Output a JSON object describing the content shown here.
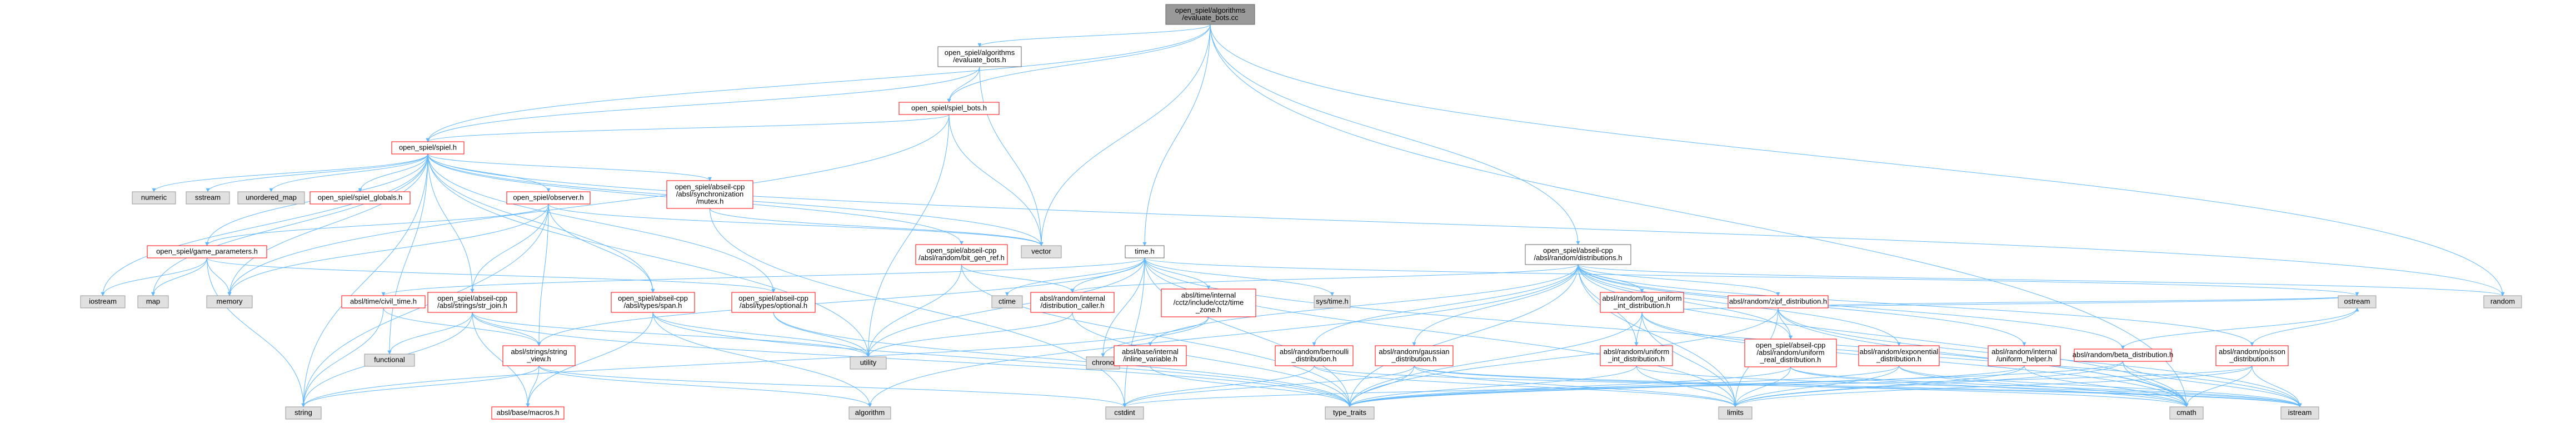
{
  "page": {
    "title": "open_spiel/algorithms/evaluate_bots.cc"
  },
  "style": {
    "root_fill": "#999999",
    "node_fill_gray": "#e0e0e0",
    "node_fill_white": "#ffffff",
    "border_red": "#ff0000",
    "border_gray": "#999999",
    "edge_color": "#63b8ff",
    "text_dark": "#000000",
    "text_red": "#cc0000"
  },
  "nodes": {
    "evaluate_bots_cc": {
      "label": [
        "open_spiel/algorithms",
        "/evaluate_bots.cc"
      ],
      "kind": "root"
    },
    "evaluate_bots_h": {
      "label": [
        "open_spiel/algorithms",
        "/evaluate_bots.h"
      ],
      "kind": "white"
    },
    "spiel_bots_h": {
      "label": [
        "open_spiel/spiel_bots.h"
      ],
      "kind": "red"
    },
    "spiel_h": {
      "label": [
        "open_spiel/spiel.h"
      ],
      "kind": "red"
    },
    "numeric": {
      "label": [
        "numeric"
      ],
      "kind": "gray"
    },
    "sstream": {
      "label": [
        "sstream"
      ],
      "kind": "gray"
    },
    "unordered_map": {
      "label": [
        "unordered_map"
      ],
      "kind": "gray"
    },
    "spiel_globals_h": {
      "label": [
        "open_spiel/spiel_globals.h"
      ],
      "kind": "red"
    },
    "observer_h": {
      "label": [
        "open_spiel/observer.h"
      ],
      "kind": "red"
    },
    "mutex_h": {
      "label": [
        "open_spiel/abseil-cpp",
        "/absl/synchronization",
        "/mutex.h"
      ],
      "kind": "red"
    },
    "vector": {
      "label": [
        "vector"
      ],
      "kind": "gray"
    },
    "game_parameters_h": {
      "label": [
        "open_spiel/game_parameters.h"
      ],
      "kind": "red"
    },
    "iostream": {
      "label": [
        "iostream"
      ],
      "kind": "gray"
    },
    "map": {
      "label": [
        "map"
      ],
      "kind": "gray"
    },
    "memory": {
      "label": [
        "memory"
      ],
      "kind": "gray"
    },
    "functional": {
      "label": [
        "functional"
      ],
      "kind": "gray"
    },
    "string": {
      "label": [
        "string"
      ],
      "kind": "gray"
    },
    "bit_gen_ref_h": {
      "label": [
        "open_spiel/abseil-cpp",
        "/absl/random/bit_gen_ref.h"
      ],
      "kind": "red"
    },
    "time_h": {
      "label": [
        "time.h"
      ],
      "kind": "white"
    },
    "civil_time_h": {
      "label": [
        "absl/time/civil_time.h"
      ],
      "kind": "red"
    },
    "str_join_h": {
      "label": [
        "open_spiel/abseil-cpp",
        "/absl/strings/str_join.h"
      ],
      "kind": "red"
    },
    "span_h": {
      "label": [
        "open_spiel/abseil-cpp",
        "/absl/types/span.h"
      ],
      "kind": "red"
    },
    "optional_h": {
      "label": [
        "open_spiel/abseil-cpp",
        "/absl/types/optional.h"
      ],
      "kind": "red"
    },
    "string_view_h": {
      "label": [
        "absl/strings/string",
        "_view.h"
      ],
      "kind": "red"
    },
    "utility": {
      "label": [
        "utility"
      ],
      "kind": "gray"
    },
    "macros_h": {
      "label": [
        "absl/base/macros.h"
      ],
      "kind": "red"
    },
    "algorithm": {
      "label": [
        "algorithm"
      ],
      "kind": "gray"
    },
    "cstdint": {
      "label": [
        "cstdint"
      ],
      "kind": "gray"
    },
    "type_traits": {
      "label": [
        "type_traits"
      ],
      "kind": "gray"
    },
    "ctime": {
      "label": [
        "ctime"
      ],
      "kind": "gray"
    },
    "distribution_caller_h": {
      "label": [
        "absl/random/internal",
        "/distribution_caller.h"
      ],
      "kind": "red"
    },
    "time_zone_h": {
      "label": [
        "absl/time/internal",
        "/cctz/include/cctz/time",
        "_zone.h"
      ],
      "kind": "red"
    },
    "chrono": {
      "label": [
        "chrono"
      ],
      "kind": "gray"
    },
    "inline_variable_h": {
      "label": [
        "absl/base/internal",
        "/inline_variable.h"
      ],
      "kind": "red"
    },
    "sys_time_h": {
      "label": [
        "sys/time.h"
      ],
      "kind": "gray"
    },
    "distributions_h": {
      "label": [
        "open_spiel/abseil-cpp",
        "/absl/random/distributions.h"
      ],
      "kind": "white"
    },
    "bernoulli_h": {
      "label": [
        "absl/random/bernoulli",
        "_distribution.h"
      ],
      "kind": "red"
    },
    "gaussian_h": {
      "label": [
        "absl/random/gaussian",
        "_distribution.h"
      ],
      "kind": "red"
    },
    "log_uniform_h": {
      "label": [
        "absl/random/log_uniform",
        "_int_distribution.h"
      ],
      "kind": "red"
    },
    "uniform_int_h": {
      "label": [
        "absl/random/uniform",
        "_int_distribution.h"
      ],
      "kind": "red"
    },
    "zipf_h": {
      "label": [
        "absl/random/zipf_distribution.h"
      ],
      "kind": "red"
    },
    "uniform_real_h": {
      "label": [
        "open_spiel/abseil-cpp",
        "/absl/random/uniform",
        "_real_distribution.h"
      ],
      "kind": "red"
    },
    "exponential_h": {
      "label": [
        "absl/random/exponential",
        "_distribution.h"
      ],
      "kind": "red"
    },
    "uniform_helper_h": {
      "label": [
        "absl/random/internal",
        "/uniform_helper.h"
      ],
      "kind": "red"
    },
    "beta_h": {
      "label": [
        "absl/random/beta_distribution.h"
      ],
      "kind": "red"
    },
    "poisson_h": {
      "label": [
        "absl/random/poisson",
        "_distribution.h"
      ],
      "kind": "red"
    },
    "limits": {
      "label": [
        "limits"
      ],
      "kind": "gray"
    },
    "cmath": {
      "label": [
        "cmath"
      ],
      "kind": "gray"
    },
    "istream": {
      "label": [
        "istream"
      ],
      "kind": "gray"
    },
    "ostream": {
      "label": [
        "ostream"
      ],
      "kind": "gray"
    },
    "random": {
      "label": [
        "random"
      ],
      "kind": "gray"
    }
  },
  "edges": [
    [
      "evaluate_bots_cc",
      "evaluate_bots_h"
    ],
    [
      "evaluate_bots_cc",
      "spiel_bots_h"
    ],
    [
      "evaluate_bots_cc",
      "spiel_h"
    ],
    [
      "evaluate_bots_cc",
      "vector"
    ],
    [
      "evaluate_bots_cc",
      "time_h"
    ],
    [
      "evaluate_bots_cc",
      "distributions_h"
    ],
    [
      "evaluate_bots_cc",
      "random"
    ],
    [
      "evaluate_bots_cc",
      "cmath"
    ],
    [
      "evaluate_bots_h",
      "spiel_bots_h"
    ],
    [
      "evaluate_bots_h",
      "spiel_h"
    ],
    [
      "evaluate_bots_h",
      "vector"
    ],
    [
      "spiel_bots_h",
      "spiel_h"
    ],
    [
      "spiel_bots_h",
      "vector"
    ],
    [
      "spiel_bots_h",
      "memory"
    ],
    [
      "spiel_bots_h",
      "utility"
    ],
    [
      "spiel_h",
      "numeric"
    ],
    [
      "spiel_h",
      "sstream"
    ],
    [
      "spiel_h",
      "unordered_map"
    ],
    [
      "spiel_h",
      "spiel_globals_h"
    ],
    [
      "spiel_h",
      "observer_h"
    ],
    [
      "spiel_h",
      "mutex_h"
    ],
    [
      "spiel_h",
      "vector"
    ],
    [
      "spiel_h",
      "game_parameters_h"
    ],
    [
      "spiel_h",
      "iostream"
    ],
    [
      "spiel_h",
      "map"
    ],
    [
      "spiel_h",
      "memory"
    ],
    [
      "spiel_h",
      "functional"
    ],
    [
      "spiel_h",
      "string"
    ],
    [
      "spiel_h",
      "bit_gen_ref_h"
    ],
    [
      "spiel_h",
      "str_join_h"
    ],
    [
      "spiel_h",
      "span_h"
    ],
    [
      "spiel_h",
      "optional_h"
    ],
    [
      "spiel_h",
      "utility"
    ],
    [
      "spiel_h",
      "random"
    ],
    [
      "observer_h",
      "game_parameters_h"
    ],
    [
      "observer_h",
      "span_h"
    ],
    [
      "observer_h",
      "str_join_h"
    ],
    [
      "observer_h",
      "memory"
    ],
    [
      "observer_h",
      "string"
    ],
    [
      "observer_h",
      "vector"
    ],
    [
      "observer_h",
      "string_view_h"
    ],
    [
      "mutex_h",
      "cstdint"
    ],
    [
      "mutex_h",
      "vector"
    ],
    [
      "game_parameters_h",
      "iostream"
    ],
    [
      "game_parameters_h",
      "map"
    ],
    [
      "game_parameters_h",
      "string"
    ],
    [
      "game_parameters_h",
      "memory"
    ],
    [
      "game_parameters_h",
      "optional_h"
    ],
    [
      "bit_gen_ref_h",
      "distribution_caller_h"
    ],
    [
      "bit_gen_ref_h",
      "type_traits"
    ],
    [
      "bit_gen_ref_h",
      "utility"
    ],
    [
      "time_h",
      "civil_time_h"
    ],
    [
      "time_h",
      "ctime"
    ],
    [
      "time_h",
      "distribution_caller_h"
    ],
    [
      "time_h",
      "time_zone_h"
    ],
    [
      "time_h",
      "sys_time_h"
    ],
    [
      "time_h",
      "chrono"
    ],
    [
      "time_h",
      "string_view_h"
    ],
    [
      "time_h",
      "cstdint"
    ],
    [
      "time_h",
      "limits"
    ],
    [
      "time_h",
      "type_traits"
    ],
    [
      "time_h",
      "utility"
    ],
    [
      "time_h",
      "cmath"
    ],
    [
      "time_h",
      "ostream"
    ],
    [
      "civil_time_h",
      "string"
    ],
    [
      "civil_time_h",
      "string_view_h"
    ],
    [
      "str_join_h",
      "string_view_h"
    ],
    [
      "str_join_h",
      "functional"
    ],
    [
      "str_join_h",
      "utility"
    ],
    [
      "str_join_h",
      "string"
    ],
    [
      "str_join_h",
      "macros_h"
    ],
    [
      "str_join_h",
      "type_traits"
    ],
    [
      "span_h",
      "algorithm"
    ],
    [
      "span_h",
      "utility"
    ],
    [
      "span_h",
      "macros_h"
    ],
    [
      "span_h",
      "type_traits"
    ],
    [
      "optional_h",
      "utility"
    ],
    [
      "optional_h",
      "type_traits"
    ],
    [
      "string_view_h",
      "string"
    ],
    [
      "string_view_h",
      "macros_h"
    ],
    [
      "string_view_h",
      "algorithm"
    ],
    [
      "string_view_h",
      "cstdint"
    ],
    [
      "distribution_caller_h",
      "utility"
    ],
    [
      "distribution_caller_h",
      "type_traits"
    ],
    [
      "time_zone_h",
      "chrono"
    ],
    [
      "time_zone_h",
      "string"
    ],
    [
      "inline_variable_h",
      "type_traits"
    ],
    [
      "distributions_h",
      "distribution_caller_h"
    ],
    [
      "distributions_h",
      "inline_variable_h"
    ],
    [
      "distributions_h",
      "bernoulli_h"
    ],
    [
      "distributions_h",
      "gaussian_h"
    ],
    [
      "distributions_h",
      "log_uniform_h"
    ],
    [
      "distributions_h",
      "uniform_int_h"
    ],
    [
      "distributions_h",
      "zipf_h"
    ],
    [
      "distributions_h",
      "uniform_real_h"
    ],
    [
      "distributions_h",
      "exponential_h"
    ],
    [
      "distributions_h",
      "uniform_helper_h"
    ],
    [
      "distributions_h",
      "beta_h"
    ],
    [
      "distributions_h",
      "poisson_h"
    ],
    [
      "distributions_h",
      "limits"
    ],
    [
      "distributions_h",
      "type_traits"
    ],
    [
      "distributions_h",
      "algorithm"
    ],
    [
      "distributions_h",
      "cmath"
    ],
    [
      "distributions_h",
      "random"
    ],
    [
      "bernoulli_h",
      "cstdint"
    ],
    [
      "bernoulli_h",
      "istream"
    ],
    [
      "bernoulli_h",
      "limits"
    ],
    [
      "gaussian_h",
      "cstdint"
    ],
    [
      "gaussian_h",
      "cmath"
    ],
    [
      "gaussian_h",
      "istream"
    ],
    [
      "gaussian_h",
      "limits"
    ],
    [
      "gaussian_h",
      "type_traits"
    ],
    [
      "log_uniform_h",
      "uniform_int_h"
    ],
    [
      "log_uniform_h",
      "cmath"
    ],
    [
      "log_uniform_h",
      "istream"
    ],
    [
      "log_uniform_h",
      "limits"
    ],
    [
      "log_uniform_h",
      "type_traits"
    ],
    [
      "log_uniform_h",
      "ostream"
    ],
    [
      "uniform_int_h",
      "limits"
    ],
    [
      "uniform_int_h",
      "type_traits"
    ],
    [
      "uniform_int_h",
      "istream"
    ],
    [
      "zipf_h",
      "uniform_real_h"
    ],
    [
      "zipf_h",
      "cmath"
    ],
    [
      "zipf_h",
      "istream"
    ],
    [
      "zipf_h",
      "limits"
    ],
    [
      "zipf_h",
      "type_traits"
    ],
    [
      "zipf_h",
      "ostream"
    ],
    [
      "uniform_real_h",
      "limits"
    ],
    [
      "uniform_real_h",
      "type_traits"
    ],
    [
      "uniform_real_h",
      "cmath"
    ],
    [
      "uniform_real_h",
      "istream"
    ],
    [
      "exponential_h",
      "cmath"
    ],
    [
      "exponential_h",
      "istream"
    ],
    [
      "exponential_h",
      "limits"
    ],
    [
      "exponential_h",
      "type_traits"
    ],
    [
      "uniform_helper_h",
      "cmath"
    ],
    [
      "uniform_helper_h",
      "limits"
    ],
    [
      "uniform_helper_h",
      "type_traits"
    ],
    [
      "beta_h",
      "cmath"
    ],
    [
      "beta_h",
      "istream"
    ],
    [
      "beta_h",
      "limits"
    ],
    [
      "beta_h",
      "type_traits"
    ],
    [
      "beta_h",
      "ostream"
    ],
    [
      "poisson_h",
      "cmath"
    ],
    [
      "poisson_h",
      "istream"
    ],
    [
      "poisson_h",
      "limits"
    ],
    [
      "poisson_h",
      "ostream"
    ],
    [
      "poisson_h",
      "cstdint"
    ]
  ]
}
